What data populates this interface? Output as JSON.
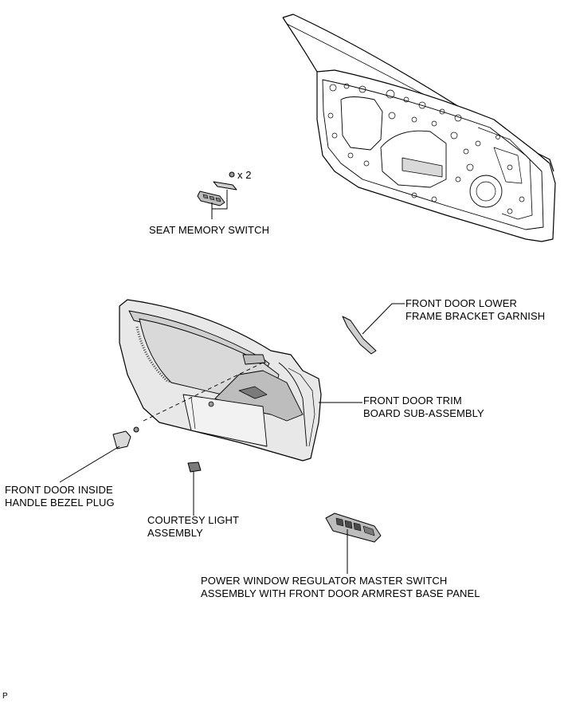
{
  "callouts": {
    "seat_memory_switch": "SEAT MEMORY SWITCH",
    "screw_quantity": "x 2",
    "lower_frame_garnish": {
      "line1": "FRONT DOOR LOWER",
      "line2": "FRAME BRACKET GARNISH"
    },
    "trim_board": {
      "line1": "FRONT DOOR TRIM",
      "line2": "BOARD SUB-ASSEMBLY"
    },
    "bezel_plug": {
      "line1": "FRONT DOOR INSIDE",
      "line2": "HANDLE BEZEL PLUG"
    },
    "courtesy_light": {
      "line1": "COURTESY LIGHT",
      "line2": "ASSEMBLY"
    },
    "master_switch": {
      "line1": "POWER WINDOW REGULATOR MASTER SWITCH",
      "line2": "ASSEMBLY WITH FRONT DOOR ARMREST BASE PANEL"
    }
  },
  "footer": {
    "code": "P"
  },
  "colors": {
    "line": "#000000",
    "fill_light": "#e6e6e6",
    "fill_mid": "#bdbdbd",
    "fill_dark": "#7a7a7a"
  }
}
